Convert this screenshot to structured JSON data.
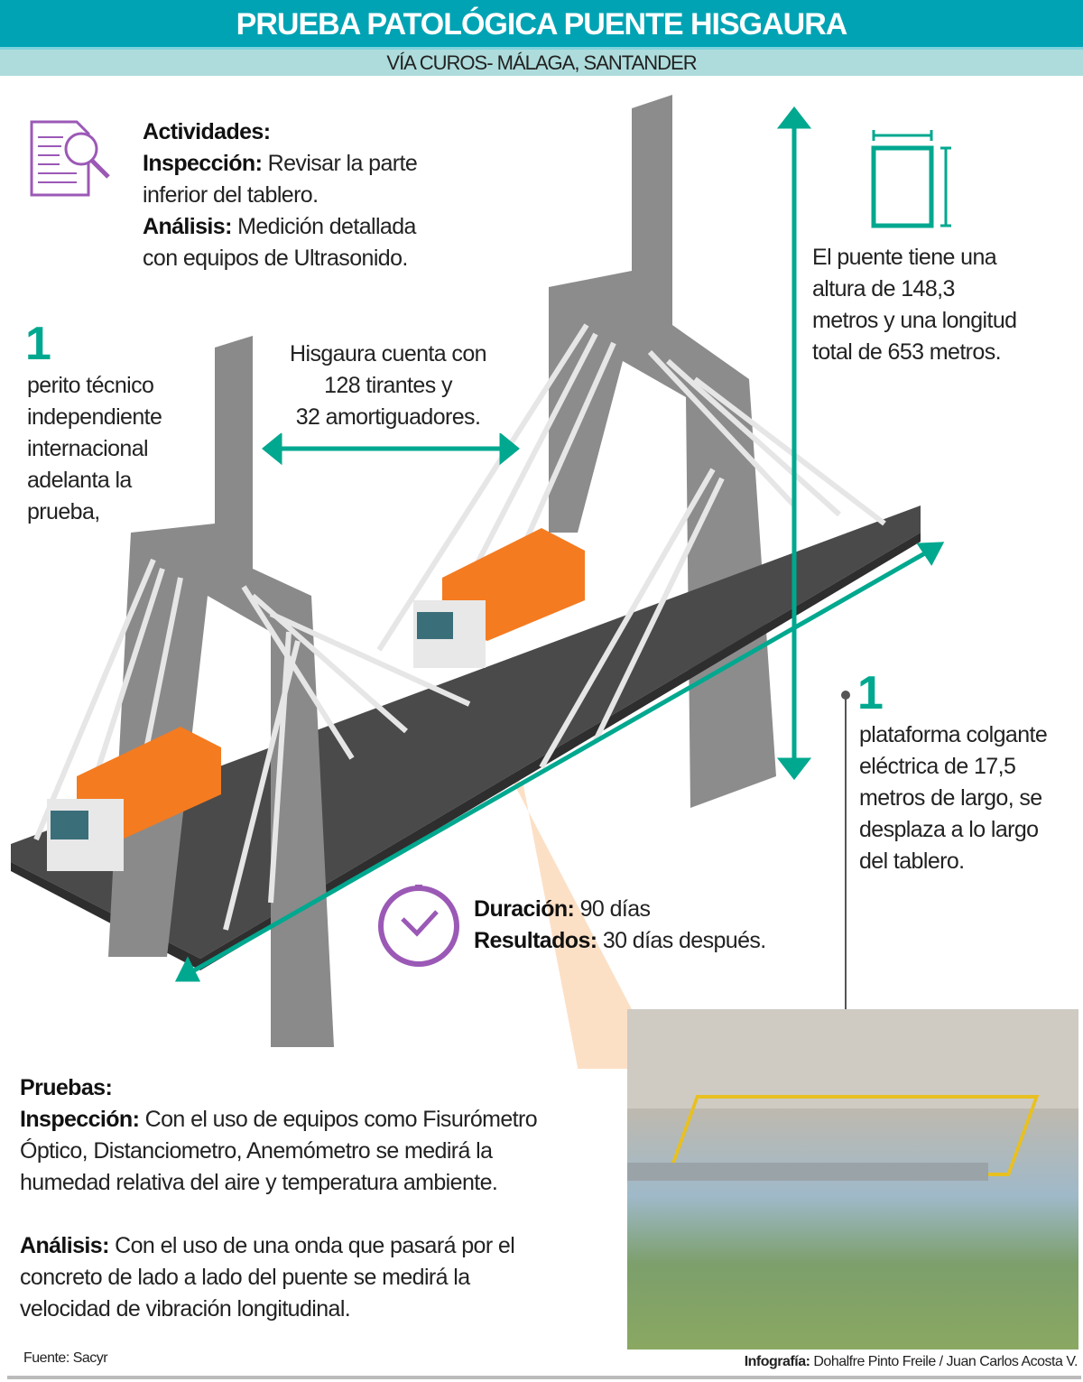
{
  "header": {
    "title": "PRUEBA PATOLÓGICA PUENTE HISGAURA",
    "subtitle": "VÍA CUROS- MÁLAGA, SANTANDER"
  },
  "activities": {
    "heading": "Actividades:",
    "inspection_label": "Inspección:",
    "inspection_text": " Revisar la parte",
    "inspection_text2": "inferior del tablero.",
    "analysis_label": "Análisis:",
    "analysis_text": " Medición detallada",
    "analysis_text2": "con equipos de Ultrasonido.",
    "icon": "document-search-icon"
  },
  "expert": {
    "number": "1",
    "lines": [
      "perito técnico",
      "independiente",
      "internacional",
      "adelanta la",
      "prueba,"
    ]
  },
  "cables": {
    "lines": [
      "Hisgaura cuenta con",
      "128 tirantes y",
      "32 amortiguadores."
    ]
  },
  "dimensions": {
    "icon": "dimensions-icon",
    "lines": [
      "El puente tiene una",
      "altura de 148,3",
      "metros y una longitud",
      "total de 653 metros."
    ]
  },
  "platform": {
    "number": "1",
    "lines": [
      "plataforma colgante",
      "eléctrica de 17,5",
      "metros de largo, se",
      "desplaza a lo largo",
      "del tablero."
    ]
  },
  "timing": {
    "icon": "clock-icon",
    "duration_label": "Duración:",
    "duration_value": " 90 días",
    "results_label": "Resultados:",
    "results_value": " 30 días después."
  },
  "tests": {
    "heading": "Pruebas:",
    "inspection_label": "Inspección:",
    "inspection_lines": [
      " Con el uso de equipos como Fisurómetro",
      "Óptico, Distanciometro, Anemómetro se medirá la",
      "humedad relativa del aire y temperatura ambiente."
    ],
    "analysis_label": "Análisis:",
    "analysis_lines": [
      " Con el uso de una onda que pasará por el",
      "concreto de lado a lado del puente se medirá la",
      "velocidad de vibración longitudinal."
    ]
  },
  "footer": {
    "source": "Fuente: Sacyr",
    "credit_label": "Infografía:",
    "credit": " Dohalfre Pinto Freile / Juan Carlos Acosta V."
  },
  "colors": {
    "teal": "#00a3b4",
    "accent": "#00a88f",
    "purple": "#9b59b6",
    "orange": "#f47b20"
  }
}
